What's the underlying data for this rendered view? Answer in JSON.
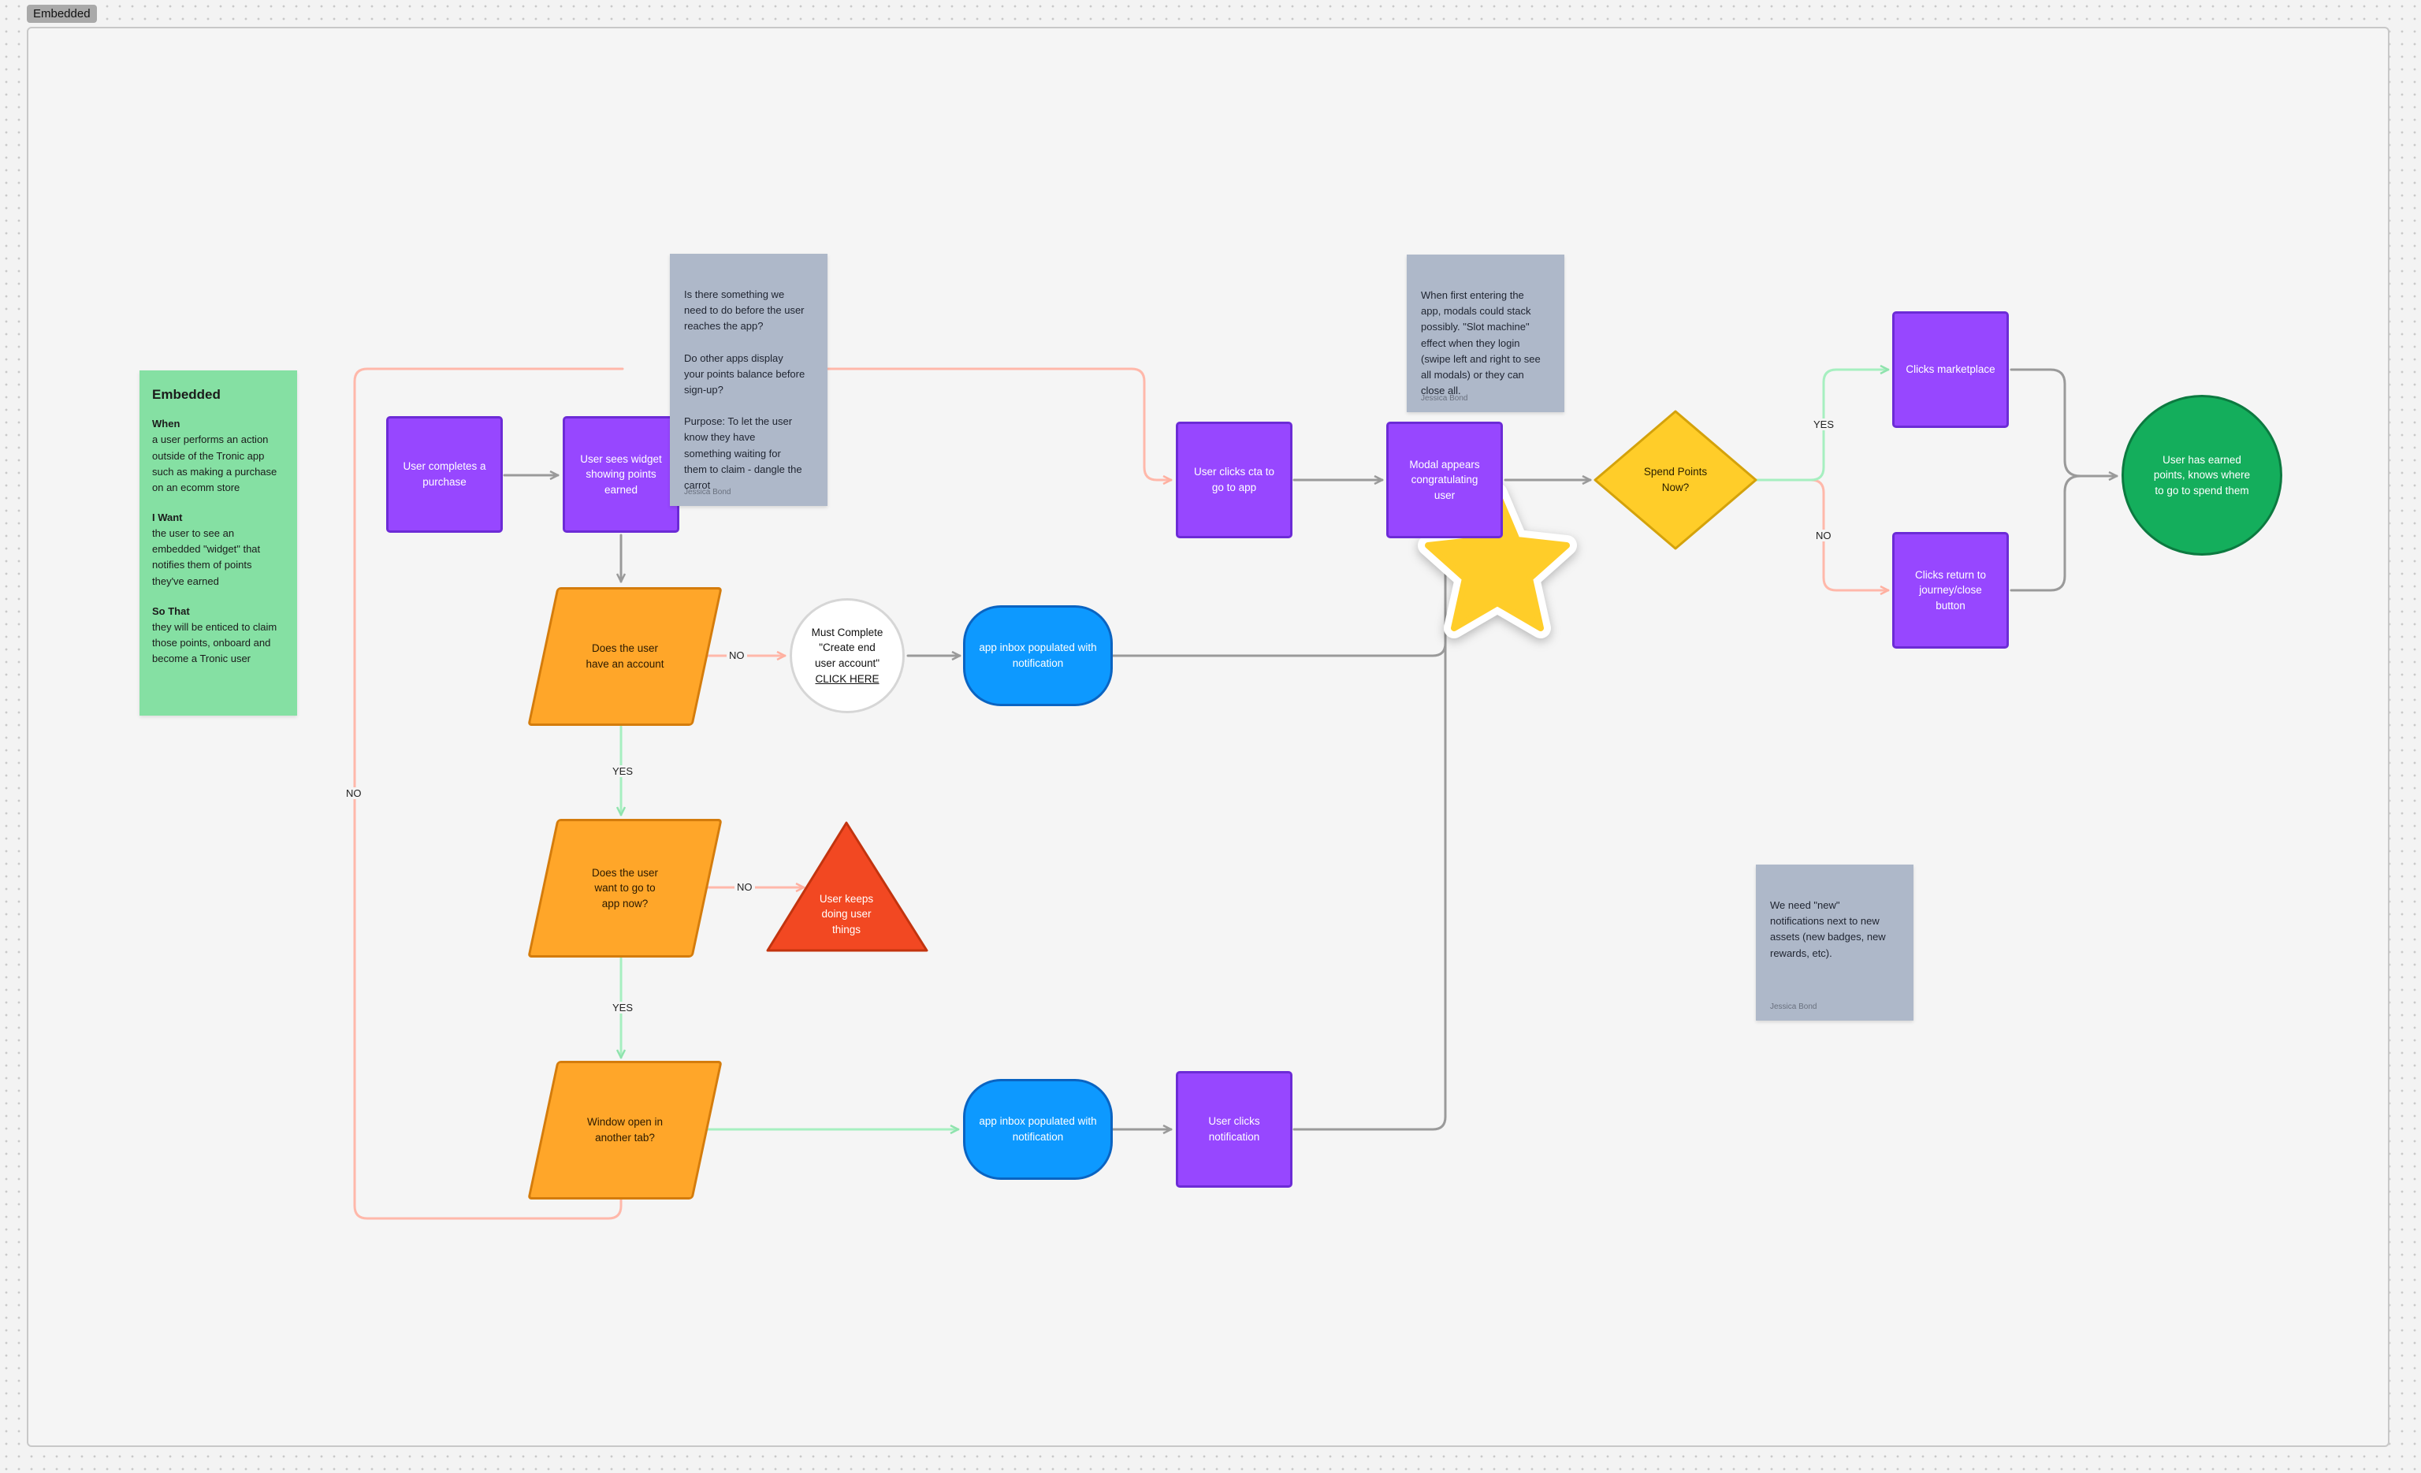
{
  "frame": {
    "label": "Embedded"
  },
  "sticky": {
    "title": "Embedded",
    "when_label": "When",
    "when_text": "a user performs an action outside of the Tronic app such as making a purchase on an ecomm store",
    "iwant_label": "I Want",
    "iwant_text": "the user to see an embedded \"widget\" that notifies them of points they've earned",
    "sothat_label": "So That",
    "sothat_text": "they will be enticed to claim those points, onboard and become a Tronic user"
  },
  "nodes": {
    "purchase": "User completes a\npurchase",
    "widget": "User sees widget\nshowing points\nearned",
    "has_account": "Does the user\nhave an account",
    "must_complete_line1": "Must Complete\n\"Create end\nuser account\"",
    "must_complete_link": "CLICK HERE",
    "inbox_1": "app inbox populated with\nnotification",
    "go_to_app": "Does the user\nwant to go to\napp now?",
    "keeps_doing": "User keeps\ndoing user\nthings",
    "window_open": "Window open in\nanother tab?",
    "inbox_2": "app inbox populated with\nnotification",
    "user_clicks_notification": "User clicks\nnotification",
    "clicks_cta": "User clicks cta to\ngo to app",
    "modal": "Modal appears\ncongratulating\nuser",
    "spend_points": "Spend Points\nNow?",
    "clicks_marketplace": "Clicks marketplace",
    "clicks_return": "Clicks return to\njourney/close\nbutton",
    "earned": "User has earned\npoints, knows where\nto go to spend them"
  },
  "notes": {
    "note1": {
      "text": "Is there something we\nneed to do before the user\nreaches the app?\n\nDo other apps display\nyour points balance before\nsign-up?\n\nPurpose: To let the user\nknow they have\nsomething waiting for\nthem to claim - dangle the\ncarrot",
      "author": "Jessica Bond"
    },
    "note2": {
      "text": "When first entering the\napp, modals could stack\npossibly. \"Slot machine\"\neffect when they login\n(swipe left and right to see\nall modals) or they can\nclose all.",
      "author": "Jessica Bond"
    },
    "note3": {
      "text": "We need \"new\"\nnotifications next to new\nassets (new badges, new\nrewards, etc).",
      "author": "Jessica Bond"
    }
  },
  "edge_labels": {
    "no_account": "NO",
    "yes_account": "YES",
    "no_app": "NO",
    "yes_app": "YES",
    "no_window": "NO",
    "yes_spend": "YES",
    "no_spend": "NO"
  },
  "colors": {
    "purple": "#9747ff",
    "blue": "#0d99ff",
    "orange": "#ffa629",
    "red": "#f24822",
    "yellow": "#ffcd29",
    "green": "#14ae5c",
    "sticky_green": "#85e0a3",
    "note_grey": "#aeb8c9",
    "arrow_grey": "#9a9a9a",
    "arrow_red": "#ffb8aa",
    "arrow_green": "#a6efc0"
  },
  "icons": {
    "star": "star-sticker-icon"
  }
}
